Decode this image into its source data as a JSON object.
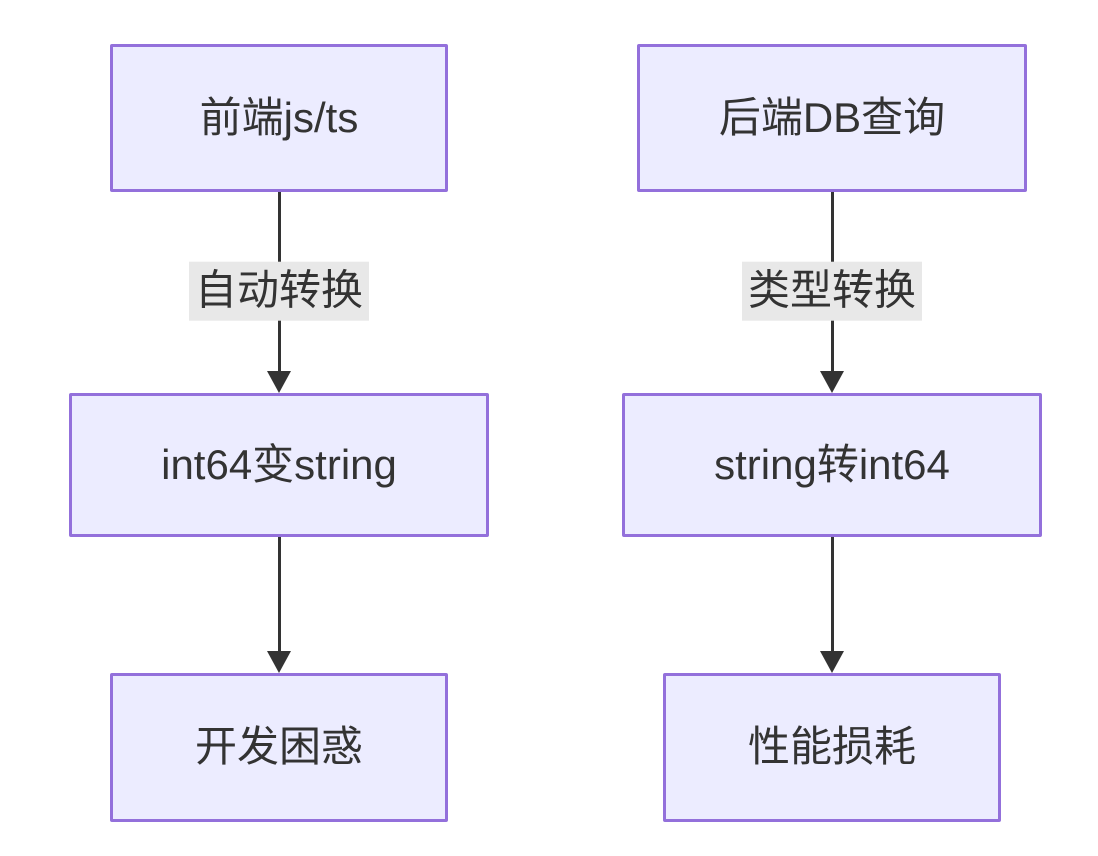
{
  "diagram": {
    "type": "flowchart",
    "direction": "top-down",
    "colors": {
      "background": "#ffffff",
      "node_fill": "#ECECFF",
      "node_border": "#9370DB",
      "edge_line": "#333333",
      "edge_label_bg": "#e8e8e8",
      "text": "#333333"
    },
    "columns": [
      {
        "name": "frontend-flow",
        "nodes": [
          {
            "label": "前端js/ts"
          },
          {
            "label": "int64变string"
          },
          {
            "label": "开发困惑"
          }
        ],
        "edges": [
          {
            "label": "自动转换"
          },
          {
            "label": ""
          }
        ]
      },
      {
        "name": "backend-flow",
        "nodes": [
          {
            "label": "后端DB查询"
          },
          {
            "label": "string转int64"
          },
          {
            "label": "性能损耗"
          }
        ],
        "edges": [
          {
            "label": "类型转换"
          },
          {
            "label": ""
          }
        ]
      }
    ]
  }
}
